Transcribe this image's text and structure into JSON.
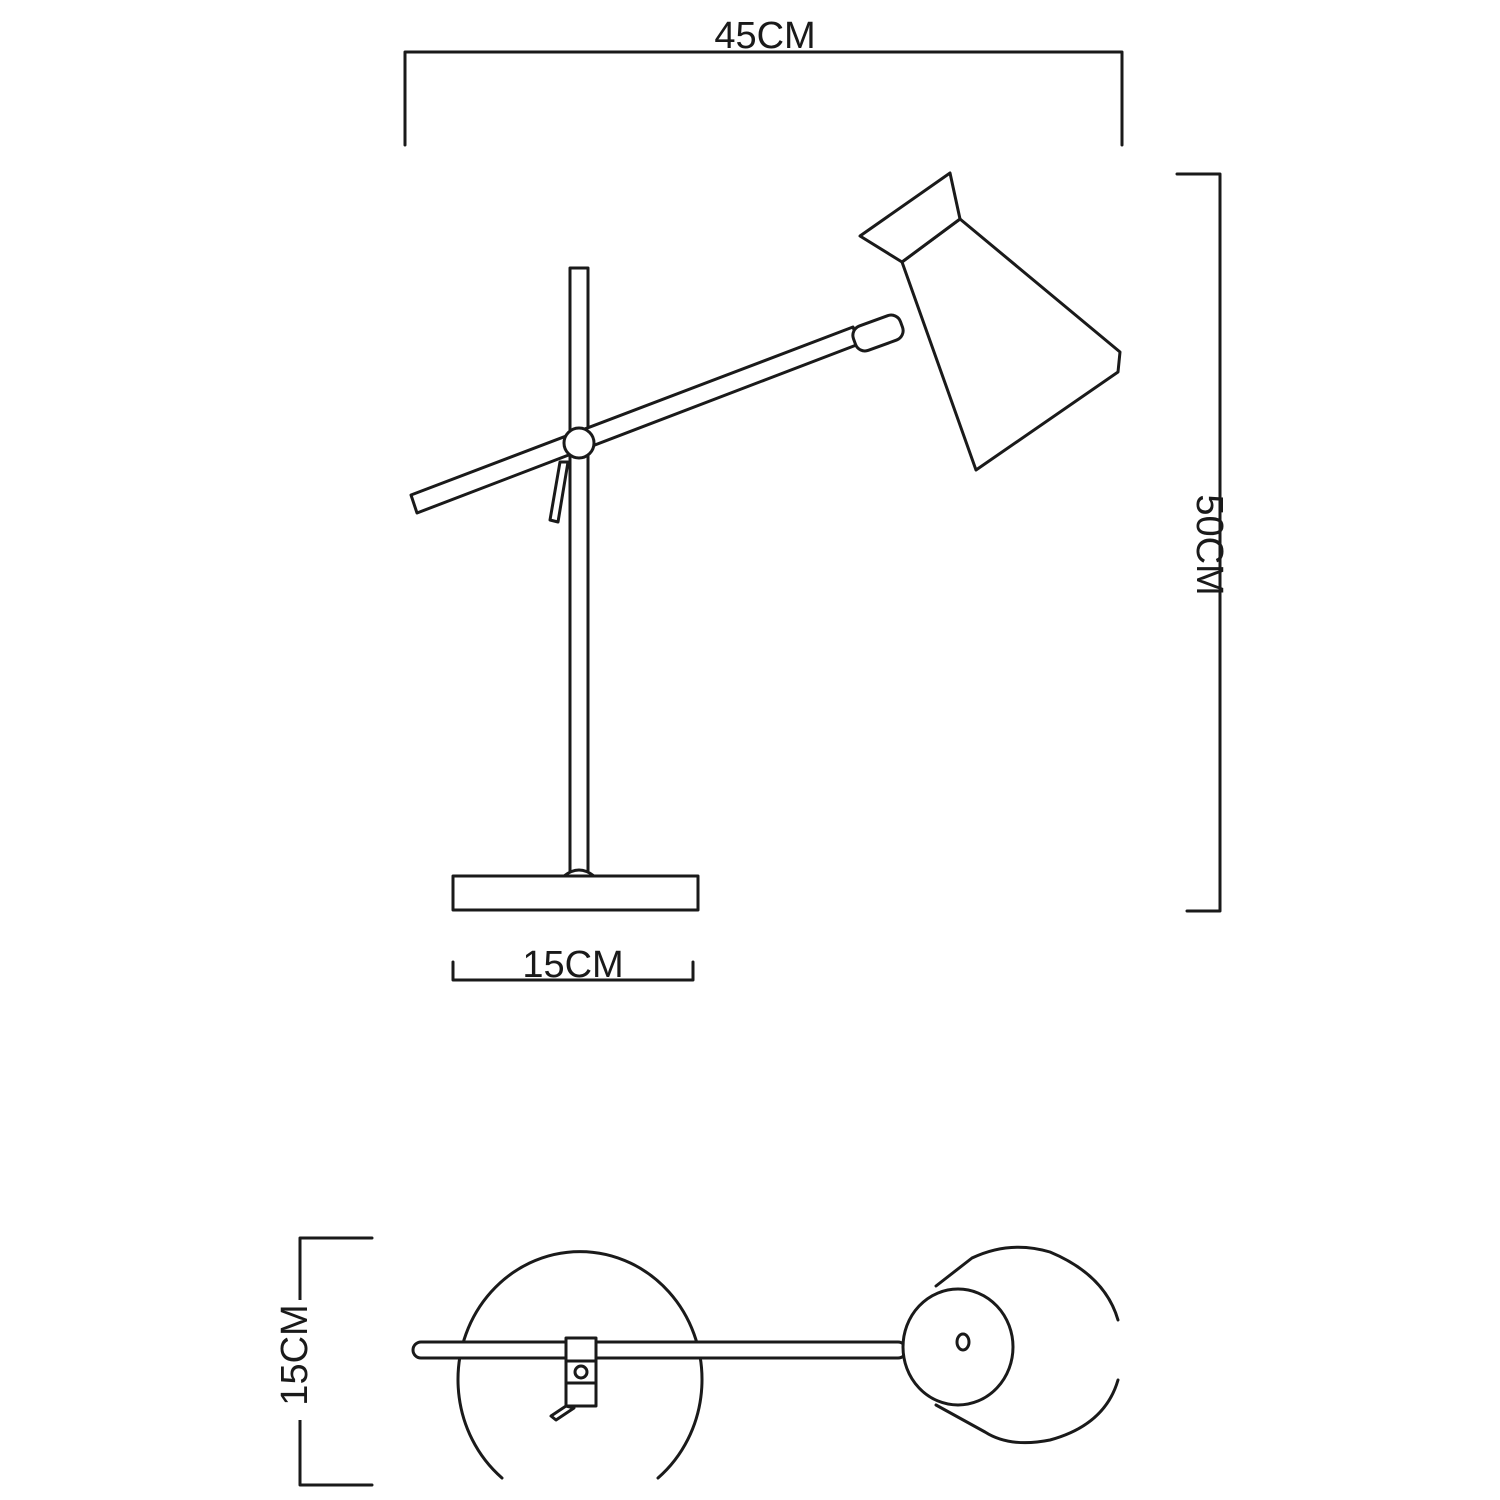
{
  "title": "Desk lamp dimension drawing",
  "dimensions": {
    "overall_width": "45CM",
    "overall_height": "50CM",
    "base_width": "15CM",
    "base_depth": "15CM"
  },
  "colors": {
    "line": "#1a1a1a",
    "background": "#ffffff"
  }
}
